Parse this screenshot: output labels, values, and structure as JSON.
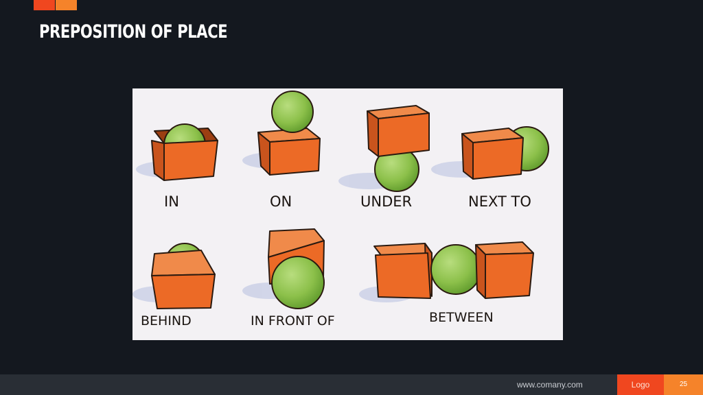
{
  "slide": {
    "title": "PREPOSITION OF PLACE"
  },
  "illustration": {
    "labels": [
      "IN",
      "ON",
      "UNDER",
      "NEXT TO",
      "BEHIND",
      "IN FRONT OF",
      "BETWEEN"
    ],
    "box_color": "#ec6a26",
    "ball_color": "#8cc04a"
  },
  "footer": {
    "website": "www.comany.com",
    "logo": "Logo",
    "page_number": "25"
  }
}
